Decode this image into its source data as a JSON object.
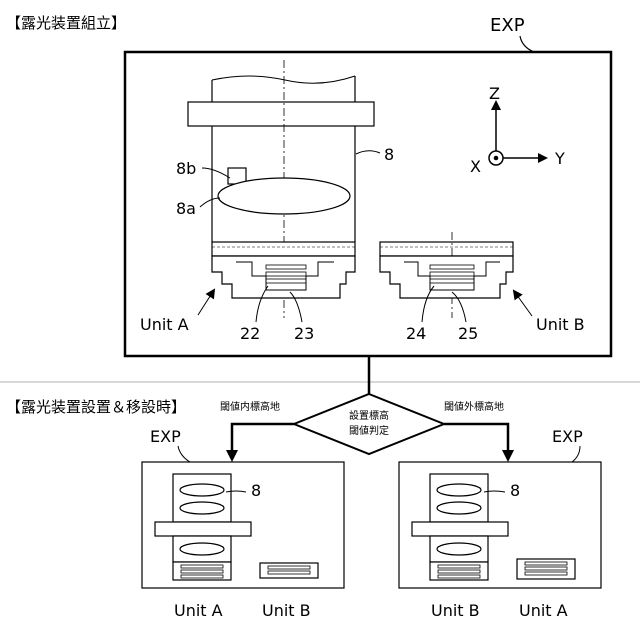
{
  "headers": {
    "assembly": "【露光装置組立】",
    "installation": "【露光装置設置＆移設時】"
  },
  "top": {
    "exp_label": "EXP",
    "axes": {
      "z": "Z",
      "x": "X",
      "y": "Y"
    },
    "labels": {
      "n8": "8",
      "n8a": "8a",
      "n8b": "8b",
      "n22": "22",
      "n23": "23",
      "n24": "24",
      "n25": "25",
      "unit_a": "Unit A",
      "unit_b": "Unit B"
    }
  },
  "decision": {
    "line1": "設置標高",
    "line2": "閾値判定",
    "left_branch": "閾値内標高地",
    "right_branch": "閾値外標高地"
  },
  "bottom_left": {
    "exp_label": "EXP",
    "n8": "8",
    "unit_first": "Unit A",
    "unit_second": "Unit B"
  },
  "bottom_right": {
    "exp_label": "EXP",
    "n8": "8",
    "unit_first": "Unit B",
    "unit_second": "Unit A"
  }
}
